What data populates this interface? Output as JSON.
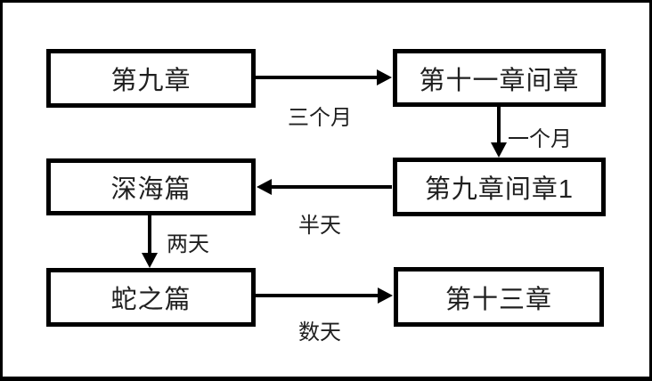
{
  "diagram": {
    "nodes": [
      {
        "id": "chapter-9",
        "label": "第九章"
      },
      {
        "id": "chapter-11-interlude",
        "label": "第十一章间章"
      },
      {
        "id": "deep-sea-arc",
        "label": "深海篇"
      },
      {
        "id": "chapter-9-interlude-1",
        "label": "第九章间章1"
      },
      {
        "id": "snake-arc",
        "label": "蛇之篇"
      },
      {
        "id": "chapter-13",
        "label": "第十三章"
      }
    ],
    "edges": [
      {
        "from": "第九章",
        "to": "第十一章间章",
        "label": "三个月",
        "direction": "right"
      },
      {
        "from": "第十一章间章",
        "to": "第九章间章1",
        "label": "一个月",
        "direction": "down"
      },
      {
        "from": "第九章间章1",
        "to": "深海篇",
        "label": "半天",
        "direction": "left"
      },
      {
        "from": "深海篇",
        "to": "蛇之篇",
        "label": "两天",
        "direction": "down"
      },
      {
        "from": "蛇之篇",
        "to": "第十三章",
        "label": "数天",
        "direction": "right"
      }
    ],
    "colors": {
      "background": "#ffffff",
      "line": "#000000",
      "box_border": "#000000",
      "text": "#1f1f1f"
    }
  }
}
